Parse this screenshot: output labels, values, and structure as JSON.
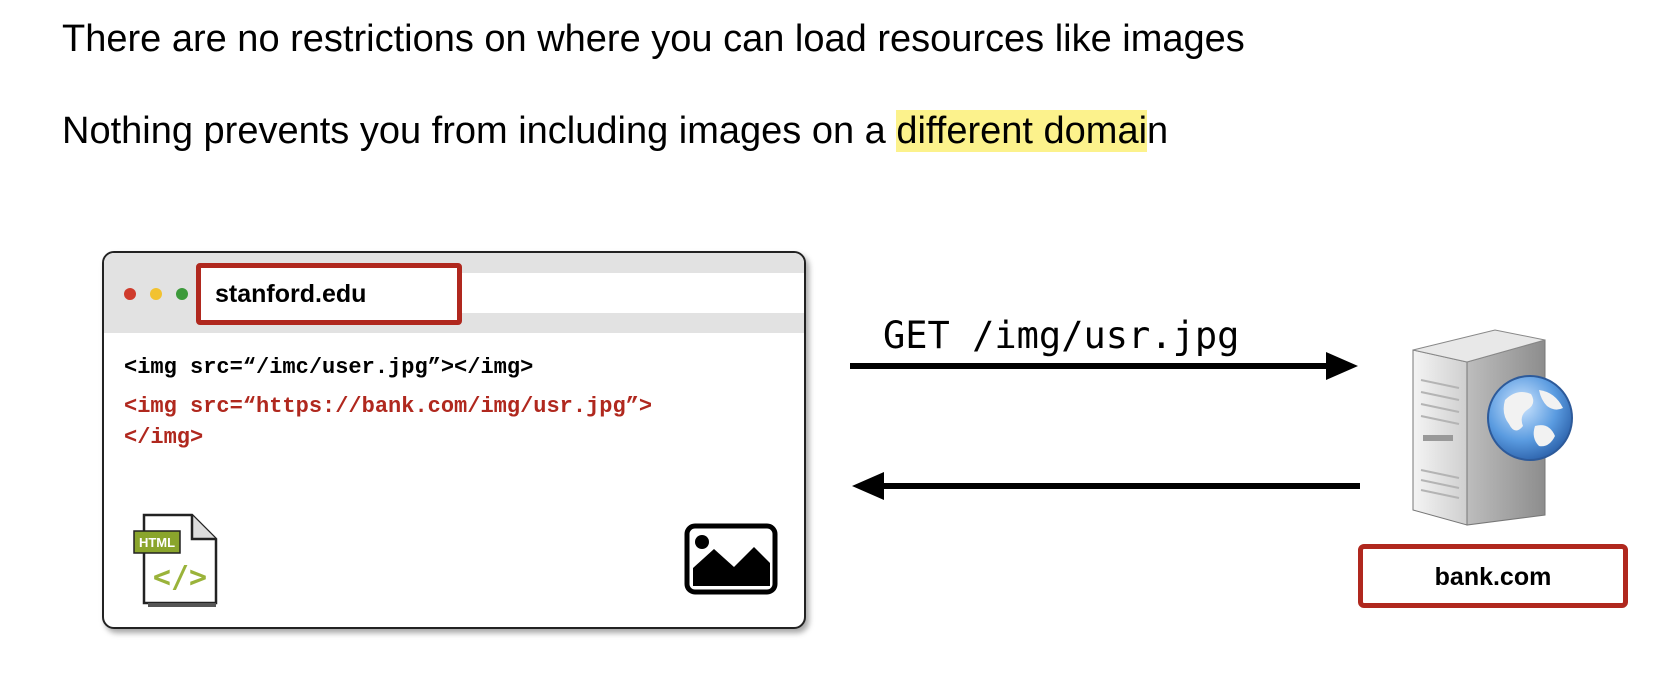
{
  "headline1": "There are no restrictions on where you can load resources like images",
  "headline2": {
    "before": "Nothing prevents you from including images on a ",
    "highlight": "different domai",
    "after": "n"
  },
  "browser": {
    "url": "stanford.edu",
    "code_line1": "<img src=“/imc/user.jpg”></img>",
    "code_line2": "<img src=“https://bank.com/img/usr.jpg”>",
    "code_line3": "</img>",
    "file_icon_label": "HTML"
  },
  "request_label": "GET /img/usr.jpg",
  "server_label": "bank.com",
  "colors": {
    "highlight": "#fcf28c",
    "accent_red": "#b0281e",
    "toolbar": "#e2e2e2"
  },
  "icons": [
    "reload-icon",
    "html-file-icon",
    "image-icon",
    "server-icon",
    "globe-icon"
  ]
}
